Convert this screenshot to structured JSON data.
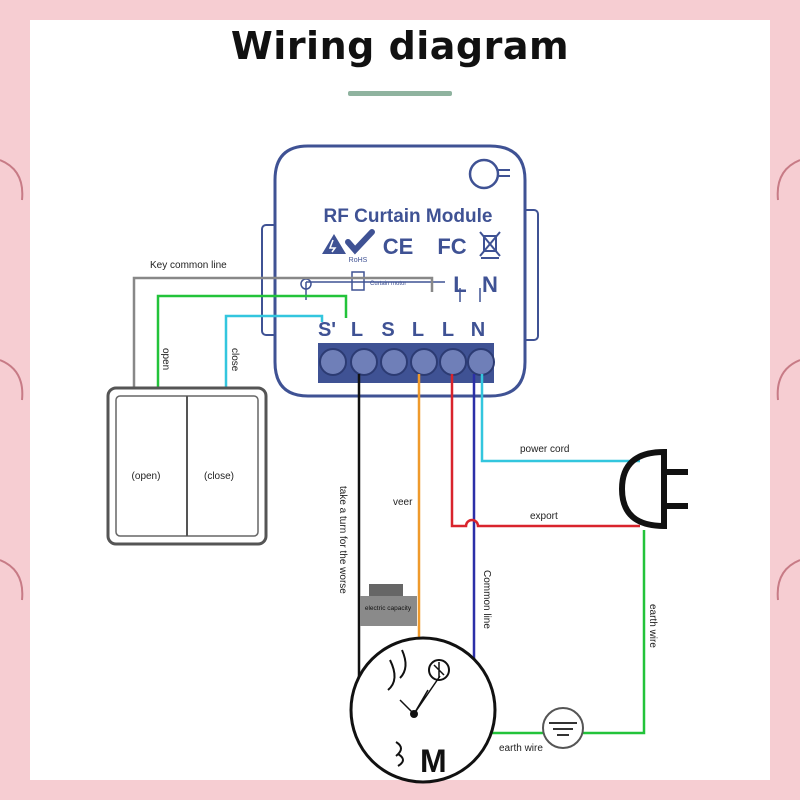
{
  "title": "Wiring diagram",
  "module": {
    "name": "RF Curtain Module",
    "cert_marks": [
      "CE",
      "FC"
    ],
    "rohs_label": "RoHS",
    "inner_label": "Curtain motor",
    "top_terminals": [
      "L",
      "N"
    ],
    "terminals": [
      "S'",
      "L",
      "S",
      "L",
      "L",
      "N"
    ]
  },
  "switch": {
    "open_label": "(open)",
    "close_label": "(close)"
  },
  "wires": {
    "key_common_line": "Key common line",
    "open": "open",
    "close": "close",
    "take_turn": "take a turn for the worse",
    "veer": "veer",
    "common_line": "Common line",
    "power_cord": "power cord",
    "export": "export",
    "earth_wire_vertical": "earth wire",
    "earth_wire_bottom": "earth wire"
  },
  "capacitor_label": "electric capacity",
  "motor_label": "M",
  "colors": {
    "background_pink": "#f6cdd2",
    "module_blue": "#3f5294",
    "wire_green": "#22c33a",
    "wire_cyan": "#33c6de",
    "wire_red": "#d9242c",
    "wire_orange": "#ef9a2c",
    "wire_navy": "#2b2fa8",
    "wire_black": "#111111",
    "wire_gray": "#888888"
  }
}
